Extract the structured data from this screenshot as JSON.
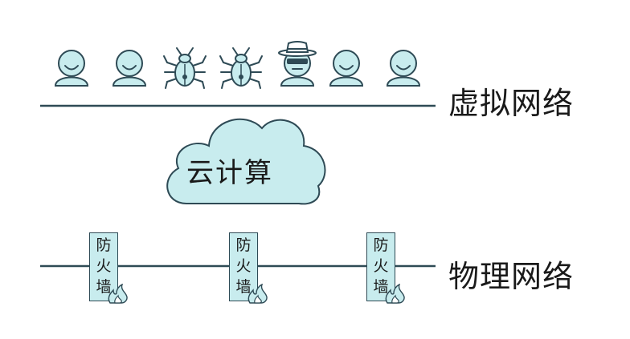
{
  "labels": {
    "virtual_network": "虚拟网络",
    "physical_network": "物理网络",
    "cloud": "云计算"
  },
  "virtual_nodes": [
    {
      "type": "user",
      "icon": "user-icon"
    },
    {
      "type": "user",
      "icon": "user-icon"
    },
    {
      "type": "bug",
      "icon": "bug-icon"
    },
    {
      "type": "bug",
      "icon": "bug-icon"
    },
    {
      "type": "hacker",
      "icon": "hacker-icon"
    },
    {
      "type": "user",
      "icon": "user-icon"
    },
    {
      "type": "user",
      "icon": "user-icon"
    }
  ],
  "firewalls": [
    {
      "chars": [
        "防",
        "火",
        "墙"
      ],
      "icon": "flame-icon"
    },
    {
      "chars": [
        "防",
        "火",
        "墙"
      ],
      "icon": "flame-icon"
    },
    {
      "chars": [
        "防",
        "火",
        "墙"
      ],
      "icon": "flame-icon"
    }
  ],
  "colors": {
    "line": "#2e4a55",
    "fill": "#c8ecee",
    "stroke": "#2e4a55",
    "text": "#1a1a1a"
  }
}
